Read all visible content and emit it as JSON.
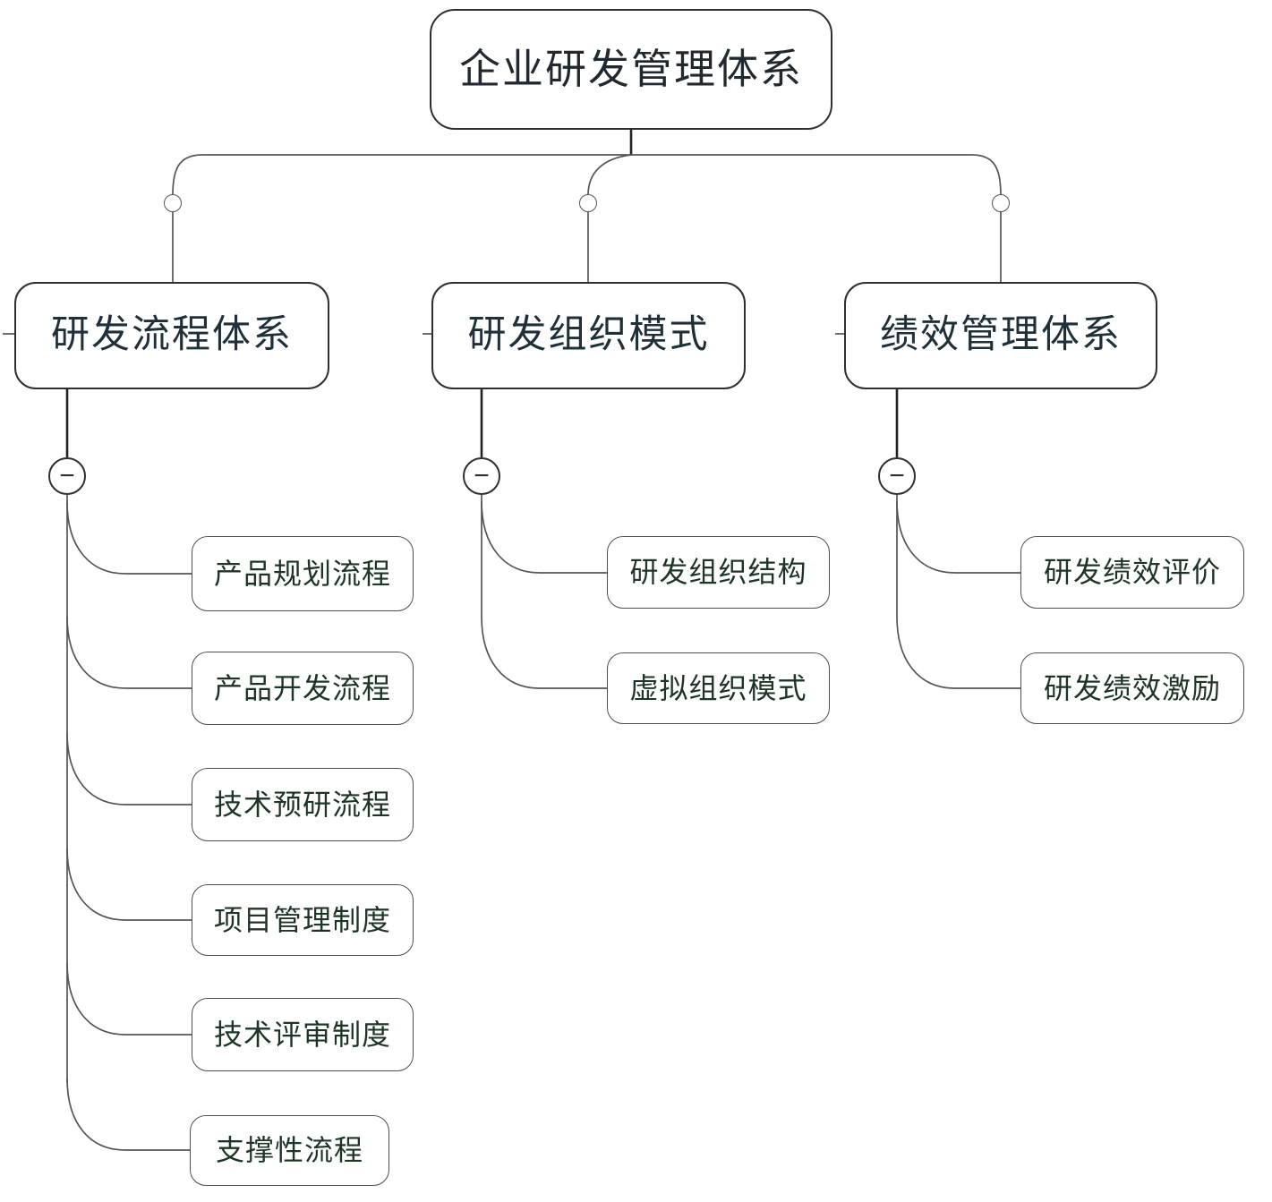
{
  "diagram": {
    "root": {
      "label": "企业研发管理体系"
    },
    "branches": [
      {
        "label": "研发流程体系",
        "children": [
          {
            "label": "产品规划流程"
          },
          {
            "label": "产品开发流程"
          },
          {
            "label": "技术预研流程"
          },
          {
            "label": "项目管理制度"
          },
          {
            "label": "技术评审制度"
          },
          {
            "label": "支撑性流程"
          }
        ]
      },
      {
        "label": "研发组织模式",
        "children": [
          {
            "label": "研发组织结构"
          },
          {
            "label": "虚拟组织模式"
          }
        ]
      },
      {
        "label": "绩效管理体系",
        "children": [
          {
            "label": "研发绩效评价"
          },
          {
            "label": "研发绩效激励"
          }
        ]
      }
    ]
  },
  "icons": {
    "collapse_glyph": "−"
  },
  "colors": {
    "text-root": "#22292e",
    "text-branch": "#1f3038",
    "text-leaf": "#1e3526",
    "border-strong": "#2f2f2f",
    "border-leaf": "#4f4f4f",
    "line": "#555555",
    "line-strong": "#222222",
    "node-bg": "#ffffff",
    "page-bg": "#ffffff"
  }
}
